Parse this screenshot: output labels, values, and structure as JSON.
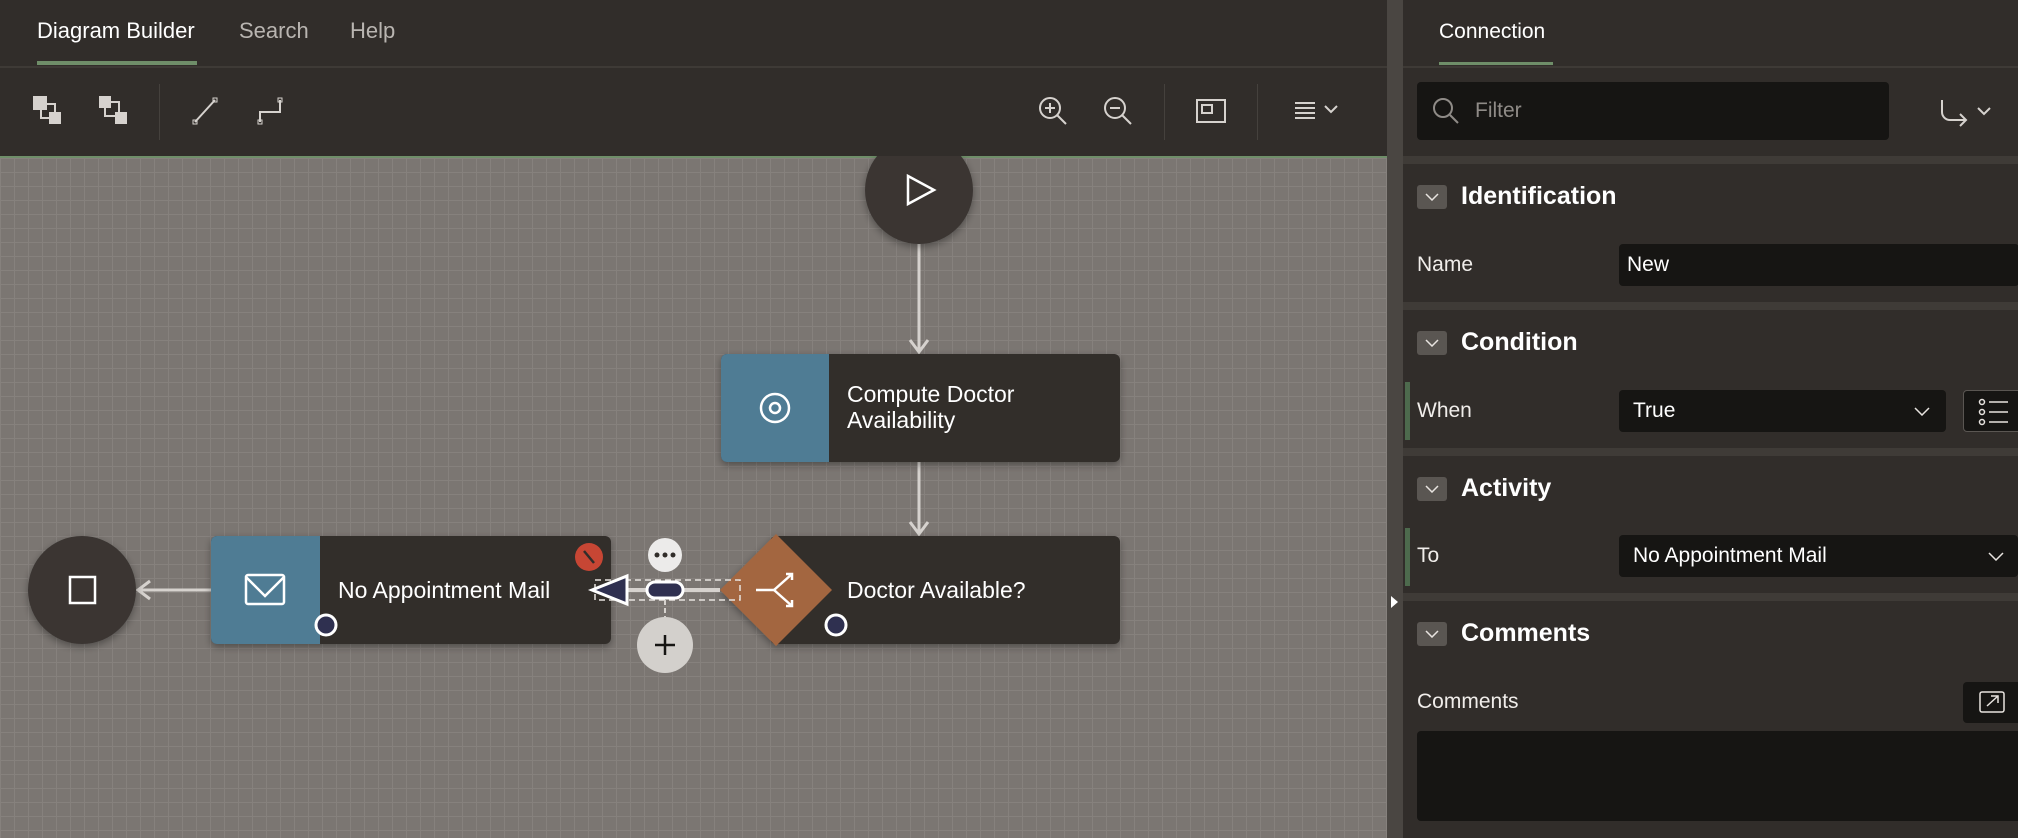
{
  "tabs": [
    {
      "label": "Diagram Builder",
      "active": true
    },
    {
      "label": "Search"
    },
    {
      "label": "Help"
    }
  ],
  "toolbar": {
    "icons": [
      "bring-to-front-icon",
      "send-to-back-icon",
      "straight-line-icon",
      "elbow-line-icon",
      "zoom-in-icon",
      "zoom-out-icon",
      "fit-screen-icon",
      "menu-icon"
    ]
  },
  "diagram": {
    "nodes": {
      "compute": "Compute Doctor Availability",
      "compute_line1": "Compute Doctor",
      "compute_line2": "Availability",
      "decision": "Doctor Available?",
      "mail": "No Appointment Mail"
    },
    "colors": {
      "service": "#507b94",
      "gateway": "#a3663f",
      "node": "#312d2a",
      "error": "#c74634"
    }
  },
  "panel": {
    "tab": "Connection",
    "filter_placeholder": "Filter",
    "sections": {
      "identification": {
        "title": "Identification",
        "name_label": "Name",
        "name_value": "New"
      },
      "condition": {
        "title": "Condition",
        "when_label": "When",
        "when_value": "True"
      },
      "activity": {
        "title": "Activity",
        "to_label": "To",
        "to_value": "No Appointment Mail"
      },
      "comments": {
        "title": "Comments",
        "comments_label": "Comments",
        "comments_value": ""
      }
    },
    "accent": "#6f8e69"
  }
}
